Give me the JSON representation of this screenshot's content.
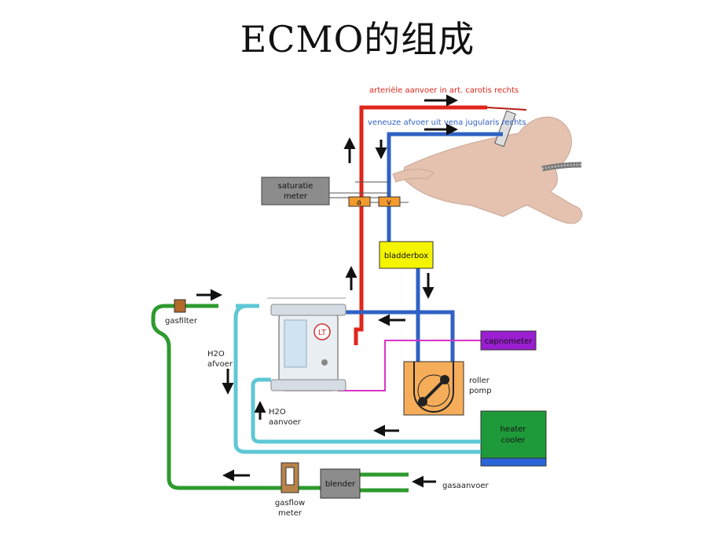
{
  "title": "ECMO的组成",
  "labels": {
    "arterial": "arteriële aanvoer in art. carotis rechts",
    "venous": "veneuze afvoer uit vena jugularis rechts",
    "saturatie_line1": "saturatie",
    "saturatie_line2": "meter",
    "port_a": "a",
    "port_v": "v",
    "bladderbox": "bladderbox",
    "capnometer": "capnometer",
    "roller_line1": "roller",
    "roller_line2": "pomp",
    "heater_line1": "heater",
    "heater_line2": "cooler",
    "blender": "blender",
    "gasaanvoer": "gasaanvoer",
    "gasfilter": "gasfilter",
    "h2o_afvoer_line1": "H2O",
    "h2o_afvoer_line2": "afvoer",
    "h2o_aanvoer_line1": "H2O",
    "h2o_aanvoer_line2": "aanvoer",
    "gasflow_line1": "gasflow",
    "gasflow_line2": "meter",
    "oxygenator_brand": "LT"
  },
  "colors": {
    "arterial": "#e0261b",
    "venous": "#2f61c4",
    "gas": "#2e9a2e",
    "water": "#5ec7d6",
    "co2": "#d833c8",
    "bladderbox": "#f4f400",
    "capnometer": "#9a1fd0",
    "pump": "#f6ad5a",
    "heater": "#1f9a3a",
    "heater_base": "#2a64d8",
    "port": "#f29a2e",
    "gray_box": "#8c8c8c",
    "skin": "#e5c2b0"
  }
}
